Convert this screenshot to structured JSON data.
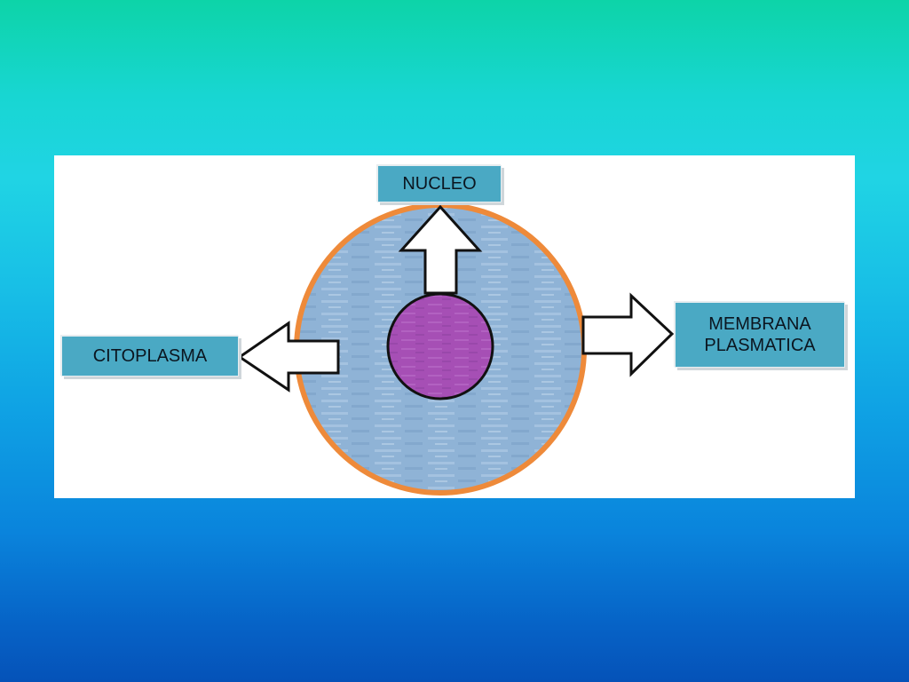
{
  "labels": {
    "nucleo": "NUCLEO",
    "citoplasma": "CITOPLASMA",
    "membrana_line1": "MEMBRANA",
    "membrana_line2": "PLASMATICA"
  },
  "colors": {
    "membrane": "#ee8a3a",
    "cytoplasm": "#8fb3d6",
    "nucleus": "#a64fb5",
    "label_fill": "#4aa9c4"
  }
}
